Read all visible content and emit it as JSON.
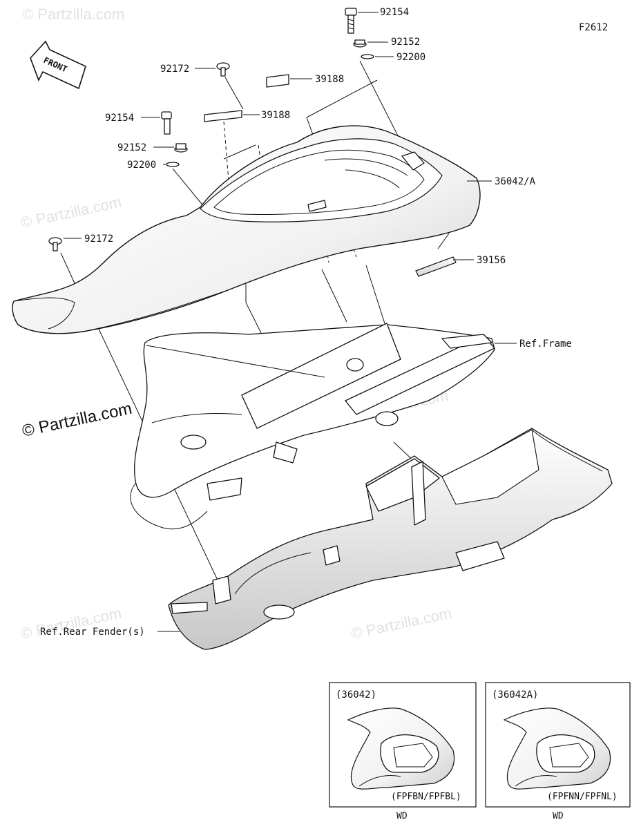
{
  "figure_code": "F2612",
  "front_label": "FRONT",
  "watermark_text": "© Partzilla.com",
  "watermark_prominent": "© Partzilla.com",
  "callouts": {
    "bolt_top": "92154",
    "washer_top": "92152",
    "ring_top": "92200",
    "screw_top": "92172",
    "sticker_top": "39188",
    "sticker_left": "39188",
    "bolt_left": "92154",
    "washer_left": "92152",
    "ring_left": "92200",
    "screw_left": "92172",
    "seat_cover": "36042/A",
    "sticker_right": "39156",
    "ref_frame": "Ref.Frame",
    "ref_fender": "Ref.Rear Fender(s)"
  },
  "variants": [
    {
      "part": "(36042)",
      "codes": "(FPFBN/FPFBL)",
      "market": "WD"
    },
    {
      "part": "(36042A)",
      "codes": "(FPFNN/FPFNL)",
      "market": "WD"
    }
  ],
  "colors": {
    "line": "#111111",
    "watermark": "#c9c9c9",
    "background": "#ffffff"
  }
}
